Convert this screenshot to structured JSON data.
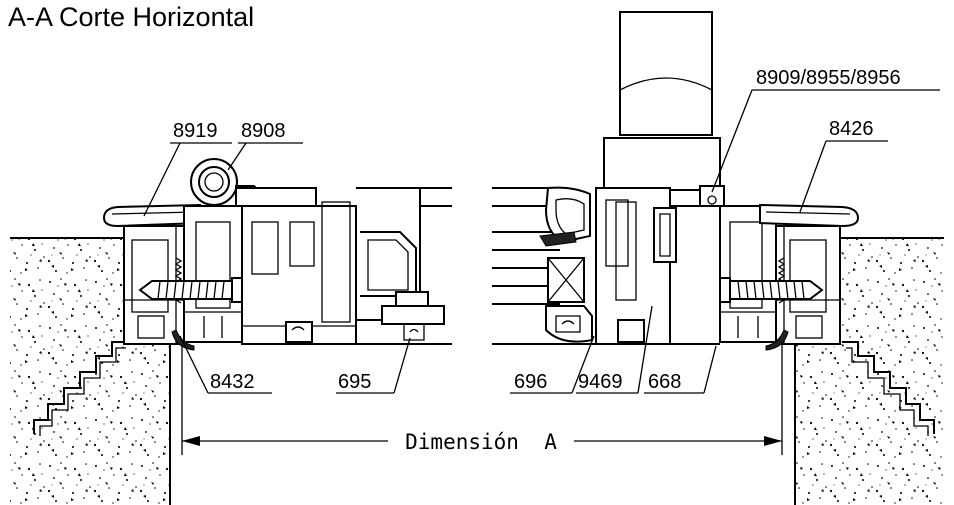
{
  "title": "A-A Corte Horizontal",
  "labels": {
    "p8919": "8919",
    "p8908": "8908",
    "p8909": "8909/8955/8956",
    "p8426": "8426",
    "p8432": "8432",
    "p695": "695",
    "p696": "696",
    "p9469": "9469",
    "p668": "668"
  },
  "dimension": {
    "label": "Dimensión  A"
  },
  "colors": {
    "line": "#000000",
    "background": "#ffffff"
  }
}
